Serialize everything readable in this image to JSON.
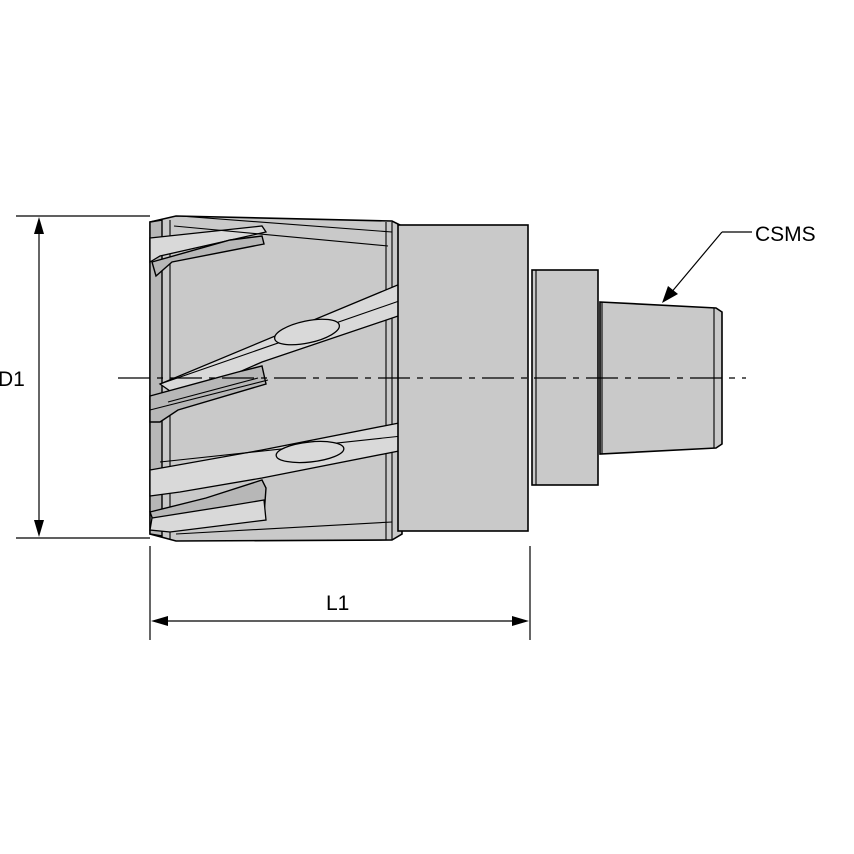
{
  "labels": {
    "diameter": "D1",
    "length": "L1",
    "connection": "CSMS"
  }
}
